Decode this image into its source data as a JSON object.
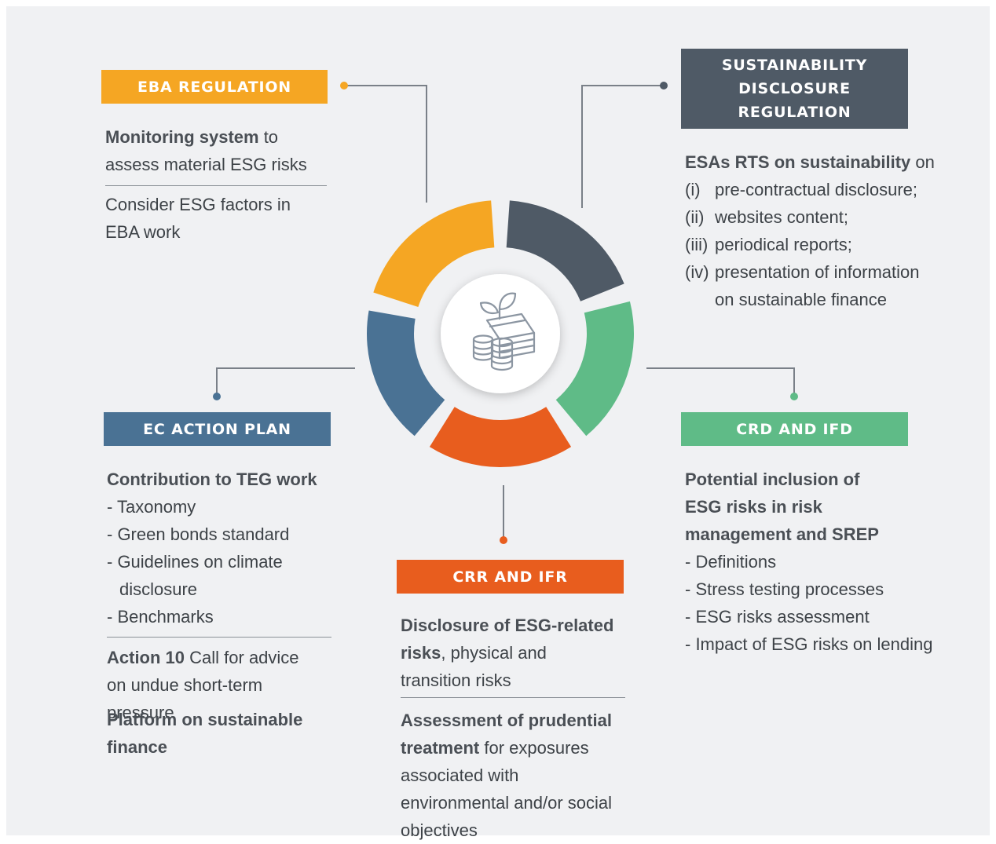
{
  "colors": {
    "yellow": "#f5a623",
    "slate": "#4f5a66",
    "green": "#5fbb87",
    "orange": "#e85d1e",
    "blue": "#4a7294",
    "connector": "#7a8088"
  },
  "center_icon": "money-plant-icon",
  "eba": {
    "title": "EBA REGULATION",
    "p1_bold": "Monitoring system",
    "p1_rest": " to assess material ESG risks",
    "p2": "Consider ESG factors in EBA work"
  },
  "sdr": {
    "title_lines": [
      "SUSTAINABILITY",
      "DISCLOSURE",
      "REGULATION"
    ],
    "intro_bold": "ESAs RTS on sustainability",
    "intro_rest": " on",
    "items": [
      {
        "num": "(i)",
        "text": "pre-contractual disclosure;"
      },
      {
        "num": "(ii)",
        "text": "websites content;"
      },
      {
        "num": "(iii)",
        "text": "periodical reports;"
      },
      {
        "num": "(iv)",
        "text": "presentation of information"
      }
    ],
    "continuation": "on sustainable finance"
  },
  "ec": {
    "title": "EC ACTION PLAN",
    "heading": "Contribution to TEG  work",
    "items": [
      "- Taxonomy",
      "- Green bonds standard",
      "- Guidelines on climate"
    ],
    "item_cont": "disclosure",
    "item_last": "- Benchmarks",
    "action_bold": "Action 10",
    "action_rest": " Call for advice on undue short-term pressure",
    "platform": "Platform on sustainable finance"
  },
  "crr": {
    "title": "CRR AND IFR",
    "p1_bold": "Disclosure of ESG-related risks",
    "p1_rest": ", physical and transition risks",
    "p2_bold": "Assessment of prudential treatment",
    "p2_rest": " for exposures associated with environmental and/or social objectives"
  },
  "crd": {
    "title": "CRD AND IFD",
    "heading": "Potential inclusion of ESG risks in risk management and SREP",
    "items": [
      "- Definitions",
      "- Stress testing processes",
      "- ESG risks assessment",
      "- Impact of ESG risks on lending"
    ]
  }
}
